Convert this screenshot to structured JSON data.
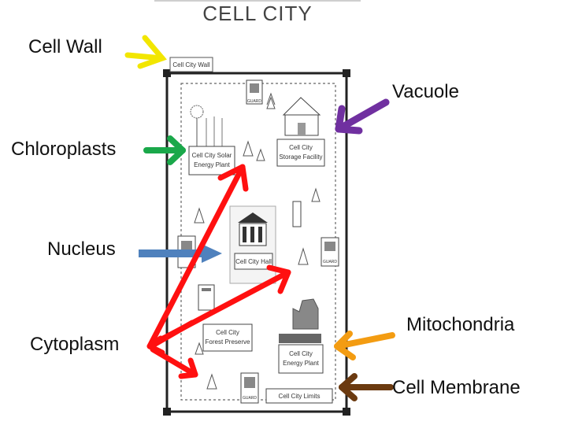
{
  "title": "CELL CITY",
  "labels": {
    "cell_wall": "Cell Wall",
    "vacuole": "Vacuole",
    "chloroplasts": "Chloroplasts",
    "nucleus": "Nucleus",
    "cytoplasm": "Cytoplasm",
    "mitochondria": "Mitochondria",
    "cell_membrane": "Cell Membrane"
  },
  "map": {
    "cell_city_wall": "Cell City Wall",
    "guard": "GUARD",
    "solar_plant": [
      "Cell City Solar",
      "Energy Plant"
    ],
    "storage": [
      "Cell City",
      "Storage Facility"
    ],
    "city_hall": "Cell City Hall",
    "forest": [
      "Cell City",
      "Forest Preserve"
    ],
    "energy_plant": [
      "Cell City",
      "Energy Plant"
    ],
    "city_limits": "Cell City Limits"
  },
  "colors": {
    "cell_wall_arrow": "#f2e600",
    "vacuole_arrow": "#7030a0",
    "chloroplasts_arrow": "#1aa84a",
    "nucleus_arrow": "#4f81bd",
    "cytoplasm_arrow": "#ff1010",
    "mitochondria_arrow": "#f39c12",
    "cell_membrane_arrow": "#6b3a10"
  }
}
